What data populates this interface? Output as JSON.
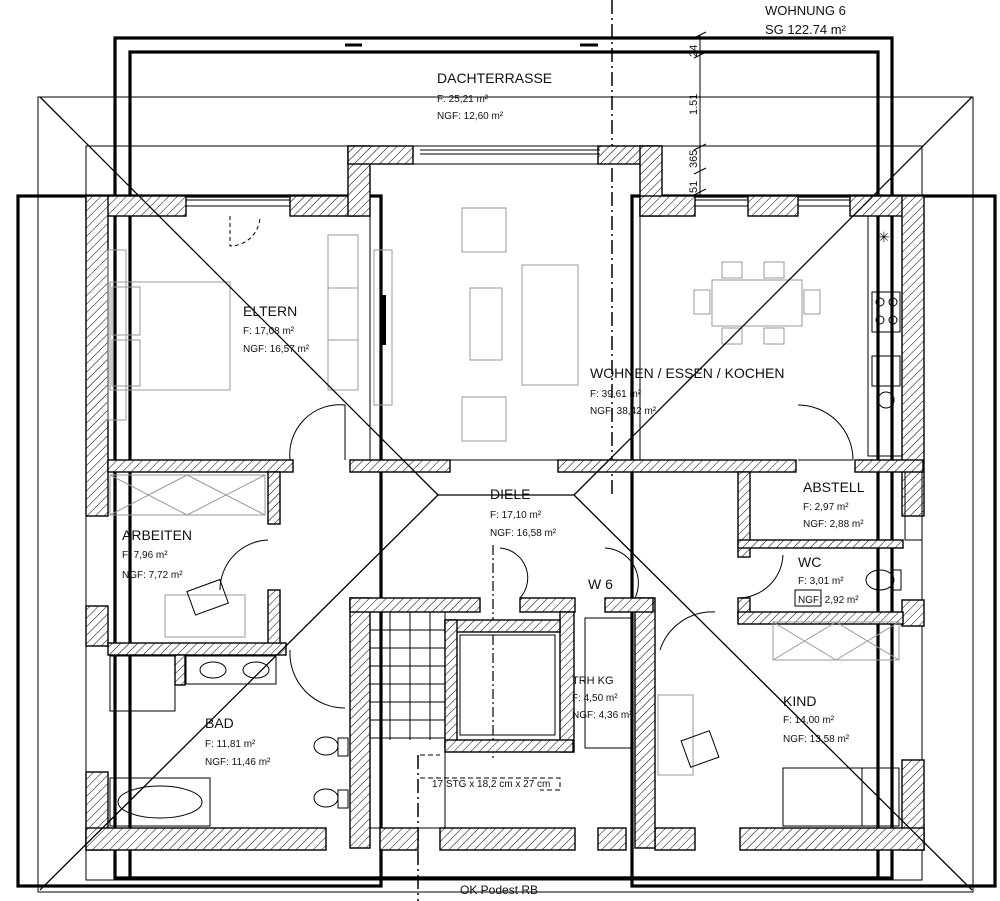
{
  "header": {
    "title": "WOHNUNG 6",
    "subtitle": "SG 122.74 m²"
  },
  "dimensions": [
    "24",
    "1.51",
    "365",
    "51"
  ],
  "rooms": [
    {
      "name": "DACHTERRASSE",
      "f": "F: 25,21 m²",
      "ngf": "NGF: 12,60 m²"
    },
    {
      "name": "ELTERN",
      "f": "F: 17,08 m²",
      "ngf": "NGF: 16,57 m²"
    },
    {
      "name": "WOHNEN / ESSEN / KOCHEN",
      "f": "F: 39,61 m²",
      "ngf": "NGF: 38,42 m²"
    },
    {
      "name": "ABSTELL",
      "f": "F: 2,97 m²",
      "ngf": "NGF: 2,88 m²"
    },
    {
      "name": "DIELE",
      "f": "F: 17,10 m²",
      "ngf": "NGF: 16,58 m²"
    },
    {
      "name": "ARBEITEN",
      "f": "F: 7,96 m²",
      "ngf": "NGF: 7,72 m²"
    },
    {
      "name": "WC",
      "f": "F: 3,01 m²",
      "ngf": "NGF: 2,92 m²"
    },
    {
      "name": "W 6",
      "f": "",
      "ngf": ""
    },
    {
      "name": "TRH KG",
      "f": "F: 4,50 m²",
      "ngf": "NGF: 4,36 m²"
    },
    {
      "name": "KIND",
      "f": "F: 14,00 m²",
      "ngf": "NGF: 13,58 m²"
    },
    {
      "name": "BAD",
      "f": "F: 11,81 m²",
      "ngf": "NGF: 11,46 m²"
    }
  ],
  "stair_label": "17 STG x 18,2 cm x 27 cm",
  "footer_label": "OK Podest RB"
}
